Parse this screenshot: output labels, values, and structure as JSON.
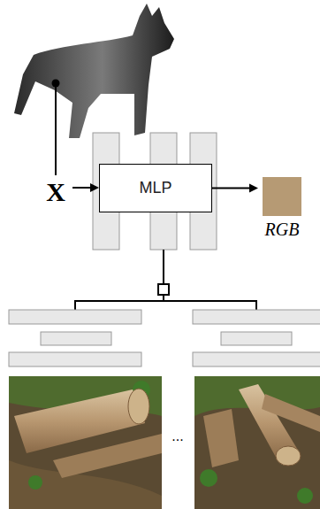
{
  "diagram": {
    "nodes": [
      {
        "text": [
          "MLP"
        ]
      },
      {
        "text": [
          "RGB"
        ]
      }
    ],
    "edges": [
      {
        "from": 0,
        "to": 1,
        "arrow": "to"
      }
    ],
    "labels": [
      "X",
      "..."
    ]
  }
}
